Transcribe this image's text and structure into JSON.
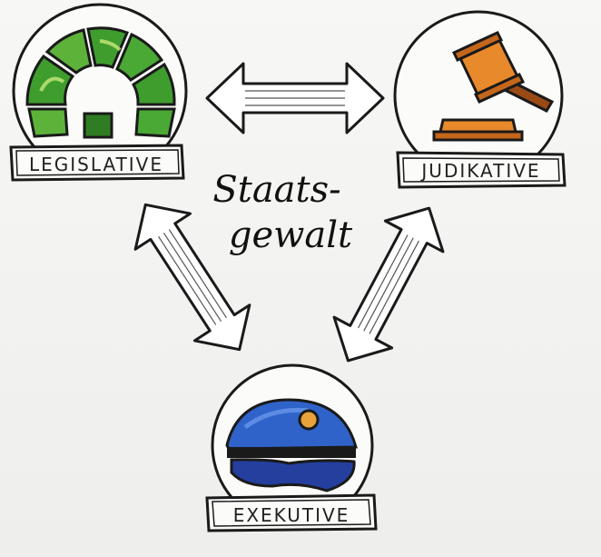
{
  "diagram": {
    "center_label_line1": "Staats-",
    "center_label_line2": "gewalt",
    "nodes": [
      {
        "id": "legislative",
        "label": "LEGISLATIVE",
        "icon": "parliament-seats-icon"
      },
      {
        "id": "judikative",
        "label": "JUDIKATIVE",
        "icon": "gavel-icon"
      },
      {
        "id": "exekutive",
        "label": "EXEKUTIVE",
        "icon": "police-cap-icon"
      }
    ],
    "connections": [
      {
        "from": "legislative",
        "to": "judikative",
        "type": "double-arrow"
      },
      {
        "from": "legislative",
        "to": "exekutive",
        "type": "double-arrow"
      },
      {
        "from": "judikative",
        "to": "exekutive",
        "type": "double-arrow"
      }
    ]
  },
  "colors": {
    "ink": "#1a1a1a",
    "parliament_green": "#3f9d2e",
    "parliament_light": "#a6d84a",
    "gavel_orange": "#e8892b",
    "gavel_dark": "#9a4a14",
    "cap_blue": "#2f63c9",
    "cap_dark": "#101a55",
    "badge_gold": "#e8a33a"
  }
}
